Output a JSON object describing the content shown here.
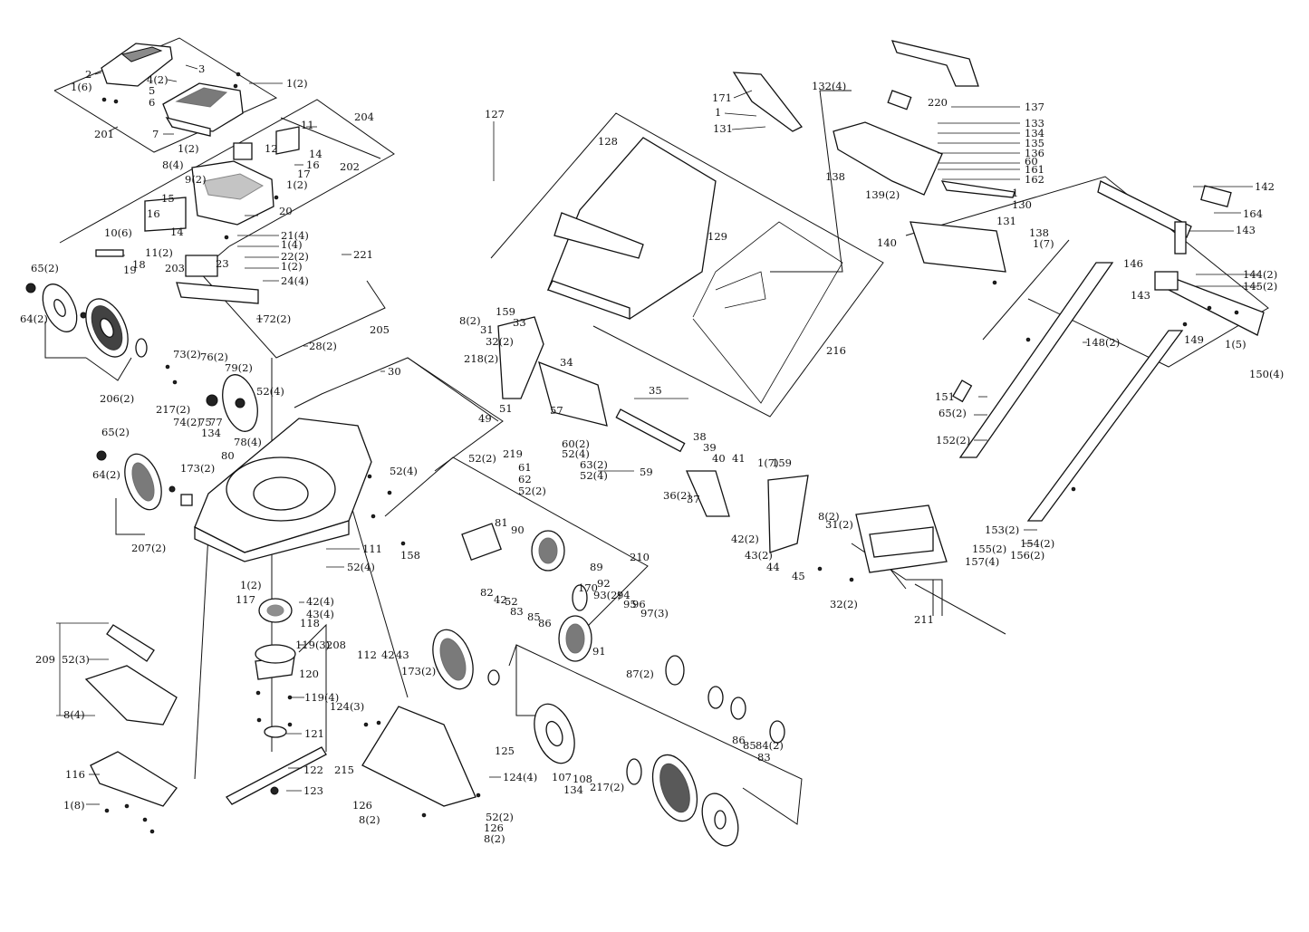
{
  "diagram": {
    "labels": [
      "1(2)",
      "2",
      "3",
      "4(2)",
      "1(6)",
      "5",
      "6",
      "201",
      "7",
      "1(2)",
      "8(4)",
      "204",
      "11",
      "14",
      "16",
      "12",
      "202",
      "9(2)",
      "1(2)",
      "17",
      "15",
      "16",
      "14",
      "10(6)",
      "18",
      "19",
      "11(2)",
      "20",
      "21(4)",
      "1(4)",
      "22(2)",
      "1(2)",
      "24(4)",
      "23",
      "203",
      "221",
      "65(2)",
      "64(2)",
      "206(2)",
      "73(2)",
      "76(2)",
      "217(2)",
      "74(2)",
      "75",
      "77",
      "134",
      "79(2)",
      "52(4)",
      "78(4)",
      "172(2)",
      "205",
      "28(2)",
      "30",
      "127",
      "128",
      "129",
      "216",
      "159",
      "33",
      "8(2)",
      "31",
      "32(2)",
      "218(2)",
      "34",
      "35",
      "49",
      "51",
      "57",
      "60(2)",
      "52(4)",
      "219",
      "52(2)",
      "63(2)",
      "52(4)",
      "61",
      "62",
      "52(2)",
      "59",
      "38",
      "39",
      "40",
      "41",
      "1(7)",
      "159",
      "36(2)",
      "37",
      "42(2)",
      "43(2)",
      "44",
      "45",
      "8(2)",
      "31(2)",
      "32(2)",
      "211",
      "65(2)",
      "64(2)",
      "207(2)",
      "173(2)",
      "80",
      "52(4)",
      "81",
      "90",
      "111",
      "52(4)",
      "158",
      "89",
      "210",
      "92",
      "170",
      "93(2)",
      "94",
      "95",
      "96",
      "97(3)",
      "82",
      "42",
      "52",
      "85",
      "86",
      "83",
      "91",
      "87(2)",
      "1(2)",
      "117",
      "42(4)",
      "43(4)",
      "118",
      "119(3)",
      "208",
      "112",
      "42",
      "43",
      "173(2)",
      "120",
      "119(4)",
      "124(3)",
      "121",
      "122",
      "215",
      "123",
      "125",
      "124(4)",
      "126",
      "8(2)",
      "52(2)",
      "126",
      "8(2)",
      "107",
      "108",
      "134",
      "217(2)",
      "86",
      "85",
      "84(2)",
      "83",
      "209",
      "52(3)",
      "8(4)",
      "116",
      "1(8)",
      "171",
      "1",
      "131",
      "132(4)",
      "220",
      "137",
      "133",
      "134",
      "135",
      "136",
      "60",
      "161",
      "162",
      "138",
      "139(2)",
      "1",
      "130",
      "131",
      "140",
      "138",
      "1(7)",
      "142",
      "164",
      "143",
      "146",
      "143",
      "144(2)",
      "145(2)",
      "148(2)",
      "149",
      "1(5)",
      "150(4)",
      "151",
      "65(2)",
      "152(2)",
      "153(2)",
      "154(2)",
      "155(2)",
      "156(2)",
      "157(4)"
    ]
  }
}
